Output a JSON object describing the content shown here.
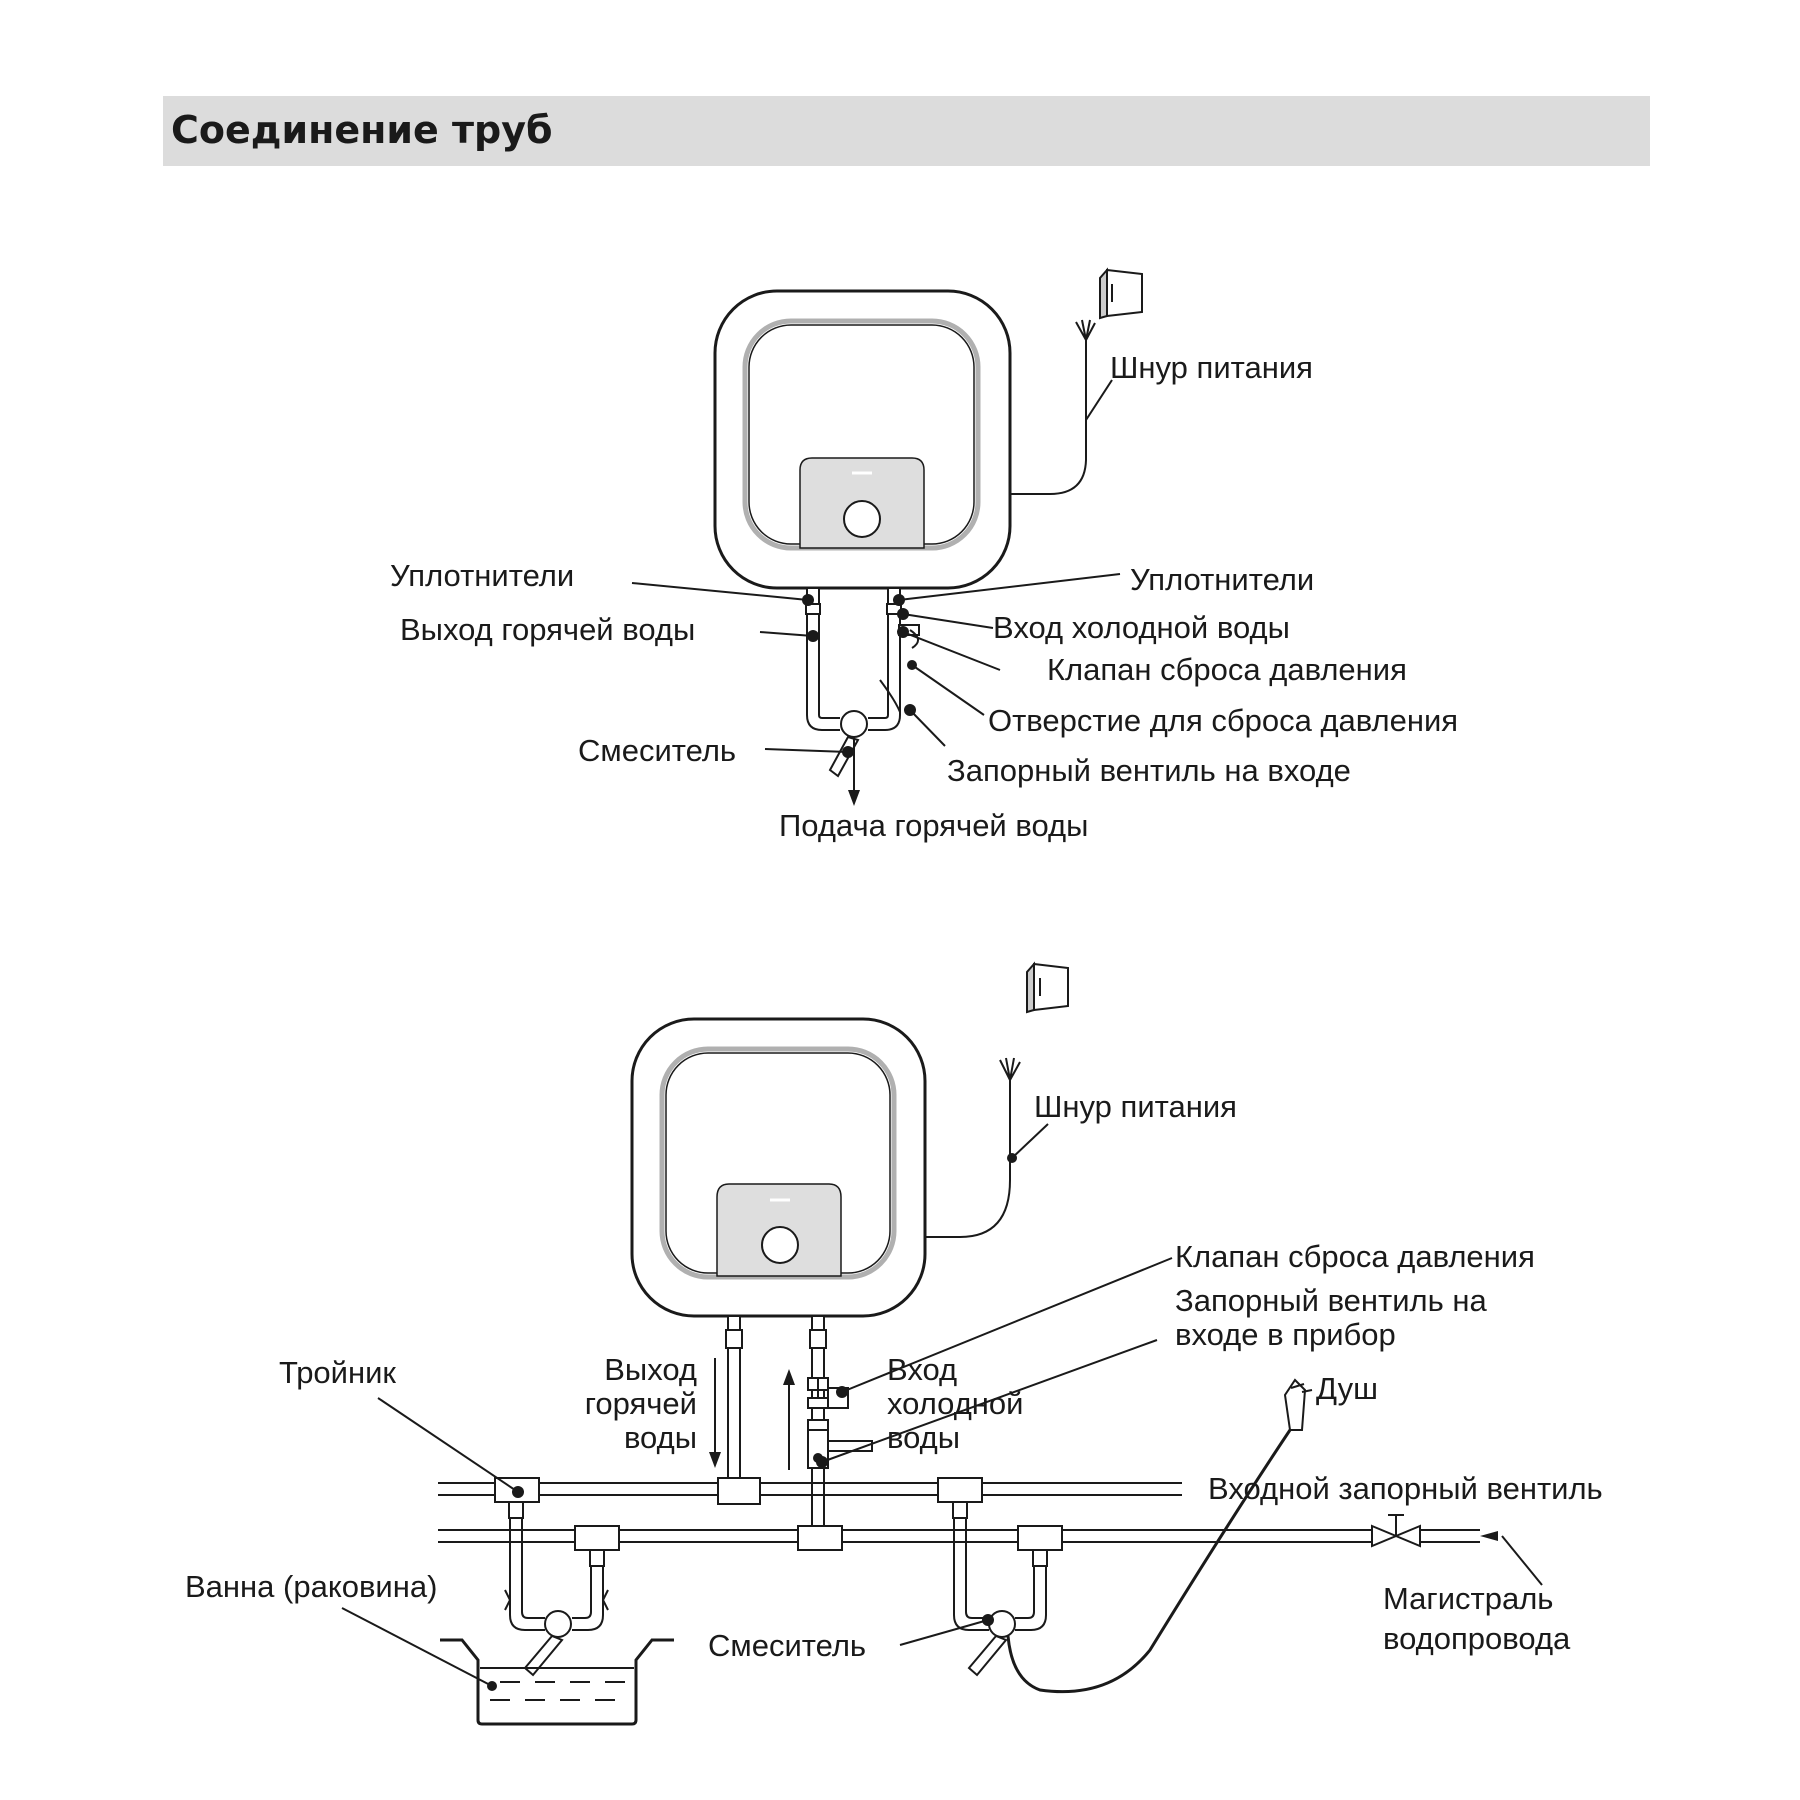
{
  "header": {
    "title": "Соединение труб"
  },
  "diagram_top": {
    "power_cord": "Шнур питания",
    "seals_left": "Уплотнители",
    "seals_right": "Уплотнители",
    "hot_outlet": "Выход горячей воды",
    "cold_inlet": "Вход холодной воды",
    "relief_valve": "Клапан сброса давления",
    "relief_hole": "Отверстие для сброса давления",
    "mixer": "Смеситель",
    "inlet_shutoff": "Запорный вентиль на входе",
    "hot_supply": "Подача горячей воды"
  },
  "diagram_bottom": {
    "power_cord": "Шнур питания",
    "relief_valve": "Клапан сброса давления",
    "inlet_shutoff_line1": "Запорный вентиль на",
    "inlet_shutoff_line2": "входе в прибор",
    "tee": "Тройник",
    "hot_out_line1": "Выход",
    "hot_out_line2": "горячей",
    "hot_out_line3": "воды",
    "cold_in_line1": "Вход",
    "cold_in_line2": "холодной",
    "cold_in_line3": "воды",
    "shower": "Душ",
    "main_shutoff": "Входной запорный вентиль",
    "bath": "Ванна (раковина)",
    "mixer": "Смеситель",
    "main_line1": "Магистраль",
    "main_line2": "водопровода"
  },
  "colors": {
    "header_bg": "#dcdcdc",
    "line": "#1a1a1a",
    "heater_inner": "#b0b0b0",
    "control_panel": "#dedede"
  }
}
